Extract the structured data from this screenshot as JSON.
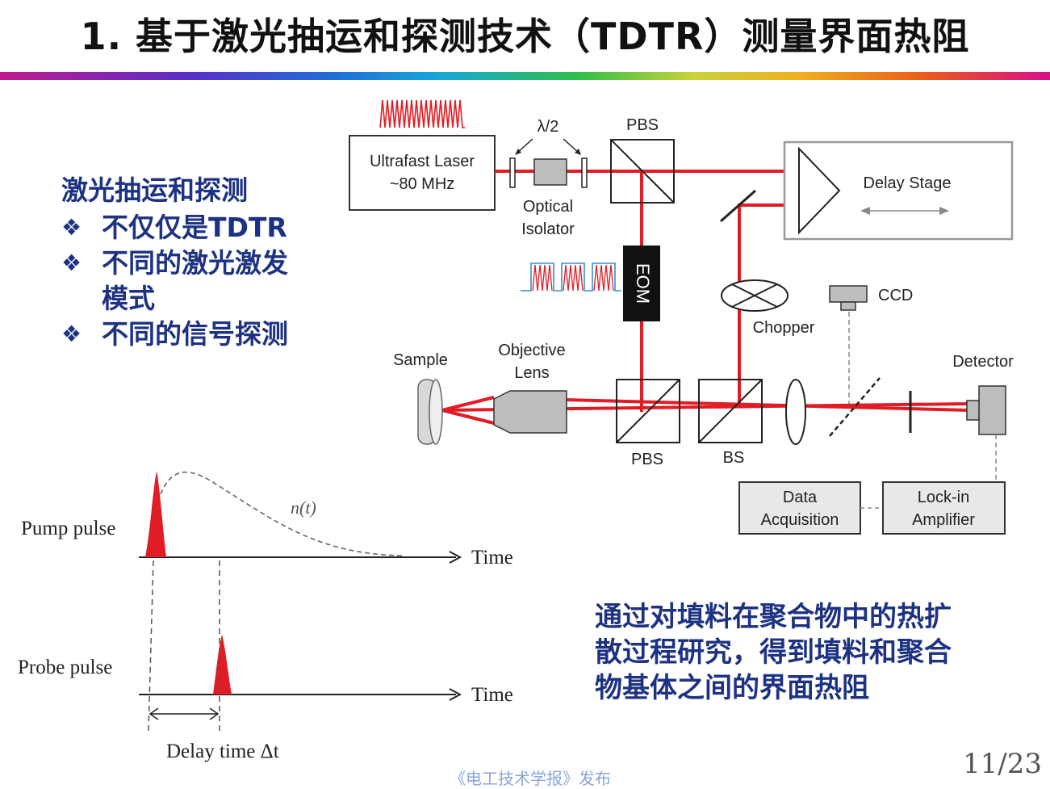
{
  "slide": {
    "title": "1. 基于激光抽运和探测技术（TDTR）测量界面热阻",
    "bullets_heading": "激光抽运和探测",
    "bullet_mark": "❖",
    "bullets": [
      "不仅仅是TDTR",
      "不同的激光激发",
      "不同的信号探测"
    ],
    "bullet_continuation": "模式",
    "conclusion_lines": [
      "通过对填料在聚合物中的热扩",
      "散过程研究，得到填料和聚合",
      "物基体之间的界面热阻"
    ],
    "footer": "《电工技术学报》发布",
    "page_number": "11/23"
  },
  "diagram": {
    "laser_line1": "Ultrafast Laser",
    "laser_line2": "~80 MHz",
    "half_wave": "λ/2",
    "isolator_line1": "Optical",
    "isolator_line2": "Isolator",
    "pbs_top": "PBS",
    "delay_stage": "Delay Stage",
    "eom": "EOM",
    "chopper": "Chopper",
    "ccd": "CCD",
    "sample": "Sample",
    "objective_line1": "Objective",
    "objective_line2": "Lens",
    "detector": "Detector",
    "pbs_bottom": "PBS",
    "bs": "BS",
    "daq_line1": "Data",
    "daq_line2": "Acquisition",
    "lockin_line1": "Lock-in",
    "lockin_line2": "Amplifier",
    "beam_color": "#e01c24"
  },
  "timing": {
    "pump_label": "Pump pulse",
    "probe_label": "Probe pulse",
    "time_label": "Time",
    "decay_label": "n(t)",
    "delay_label": "Delay time Δt",
    "pulse_color": "#e01c24"
  }
}
